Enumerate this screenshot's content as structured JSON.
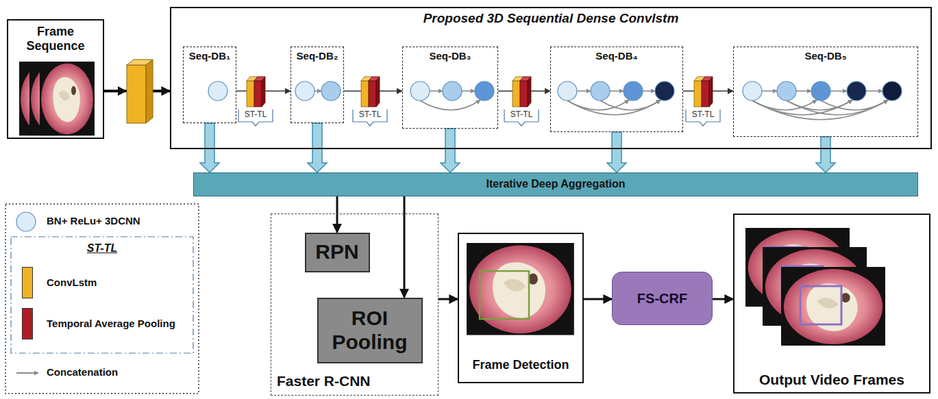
{
  "diagram": {
    "nodes": [
      {
        "text": [
          "Frame Sequence"
        ]
      },
      {
        "text": [
          "Proposed 3D Sequential Dense Convlstm"
        ]
      },
      {
        "text": [
          "Seq-DB₁"
        ],
        "in": 1
      },
      {
        "text": [
          "Seq-DB₂"
        ],
        "in": 1
      },
      {
        "text": [
          "Seq-DB₃"
        ],
        "in": 1
      },
      {
        "text": [
          "Seq-DB₄"
        ],
        "in": 1
      },
      {
        "text": [
          "Seq-DB₅"
        ],
        "in": 1
      },
      {
        "text": [
          "Iterative Deep Aggregation"
        ]
      },
      {
        "text": [
          "Faster R-CNN"
        ]
      },
      {
        "text": [
          "RPN"
        ],
        "in": 8
      },
      {
        "text": [
          "ROI Pooling"
        ],
        "in": 8
      },
      {
        "text": [
          "Frame Detection"
        ]
      },
      {
        "text": [
          "FS-CRF"
        ]
      },
      {
        "text": [
          "Output Video Frames"
        ]
      }
    ],
    "edges": [
      {
        "from": 0,
        "to": 1,
        "arrow": "to"
      },
      {
        "from": 2,
        "to": 3,
        "arrow": "to"
      },
      {
        "from": 3,
        "to": 4,
        "arrow": "to"
      },
      {
        "from": 4,
        "to": 5,
        "arrow": "to"
      },
      {
        "from": 5,
        "to": 6,
        "arrow": "to"
      },
      {
        "from": 2,
        "to": 7,
        "arrow": "to"
      },
      {
        "from": 3,
        "to": 7,
        "arrow": "to"
      },
      {
        "from": 4,
        "to": 7,
        "arrow": "to"
      },
      {
        "from": 5,
        "to": 7,
        "arrow": "to"
      },
      {
        "from": 6,
        "to": 7,
        "arrow": "to"
      },
      {
        "from": 7,
        "to": 9,
        "arrow": "to"
      },
      {
        "from": 7,
        "to": 10,
        "arrow": "to"
      },
      {
        "from": 8,
        "to": 11,
        "arrow": "to"
      },
      {
        "from": 11,
        "to": 12,
        "arrow": "to"
      },
      {
        "from": 12,
        "to": 13,
        "arrow": "to"
      }
    ],
    "labels": [
      "ST-TL",
      "ST-TL",
      "ST-TL",
      "ST-TL",
      "ST-TL"
    ],
    "legend": [
      {
        "text": "BN+ ReLu+ 3DCNN"
      },
      {
        "text": "ConvLstm",
        "color": "#f0b323"
      },
      {
        "text": "Temporal Average Pooling",
        "color": "#b01c26"
      },
      {
        "text": "Concatenation"
      }
    ]
  }
}
